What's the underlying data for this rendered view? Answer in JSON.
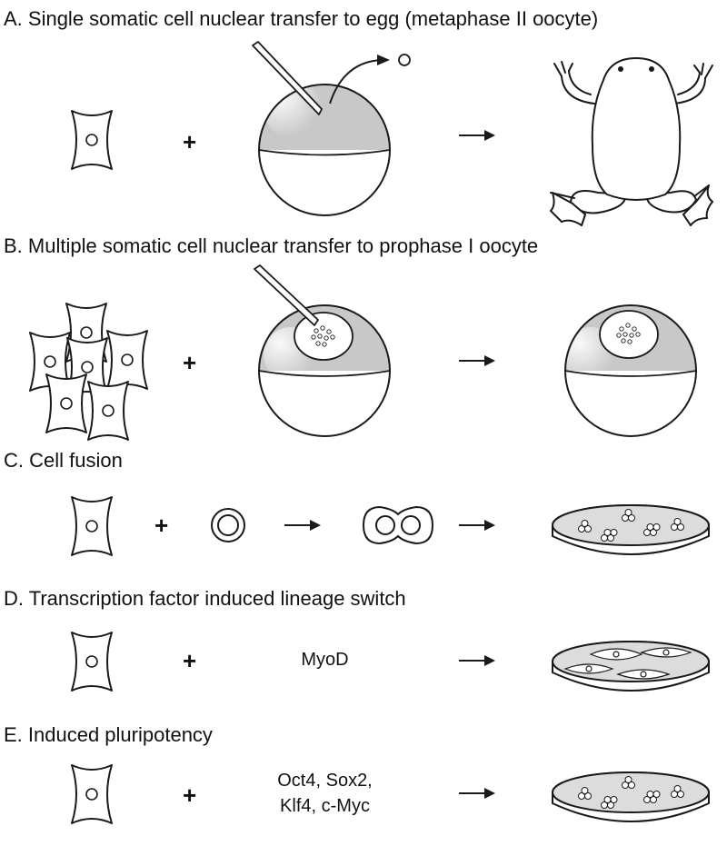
{
  "sections": [
    {
      "id": "A",
      "title": "A. Single somatic cell nuclear transfer to egg (metaphase II oocyte)"
    },
    {
      "id": "B",
      "title": "B. Multiple somatic cell nuclear transfer to prophase I oocyte"
    },
    {
      "id": "C",
      "title": "C. Cell fusion"
    },
    {
      "id": "D",
      "title": "D. Transcription factor induced lineage switch",
      "factor": "MyoD"
    },
    {
      "id": "E",
      "title": "E. Induced pluripotency",
      "factor_line1": "Oct4, Sox2,",
      "factor_line2": "Klf4, c-Myc"
    }
  ],
  "symbols": {
    "plus": "+"
  },
  "colors": {
    "line": "#1a1a1a",
    "shade": "#c8c8c8",
    "fill": "#ffffff"
  }
}
